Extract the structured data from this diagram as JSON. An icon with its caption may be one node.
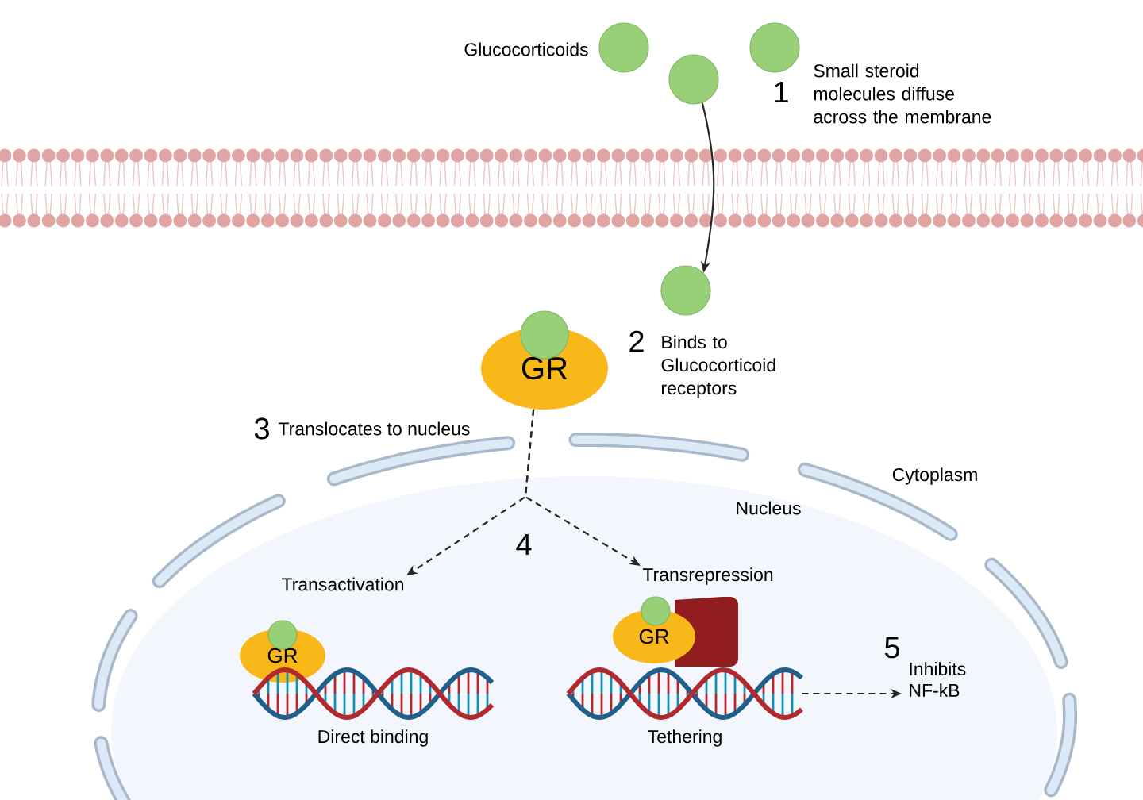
{
  "diagram": {
    "nodes": [
      {
        "text": [],
        "shape": "circle"
      },
      {
        "text": [],
        "shape": "circle"
      },
      {
        "text": [],
        "shape": "circle"
      },
      {
        "text": [],
        "shape": "circle"
      },
      {
        "text": [
          "GR"
        ]
      },
      {
        "text": [
          "Nucleus"
        ]
      },
      {
        "text": [
          "Transactivation"
        ],
        "in": 5
      },
      {
        "text": [
          "Transrepression"
        ],
        "in": 5
      },
      {
        "text": [
          "GR"
        ],
        "in": 5
      },
      {
        "text": [],
        "shape": "picture",
        "beside": [
          "Direct binding"
        ],
        "in": 5
      },
      {
        "text": [
          "GR"
        ],
        "in": 5
      },
      {
        "text": [],
        "shape": "picture",
        "beside": [
          "Tethering"
        ],
        "in": 5
      },
      {
        "text": [
          "Inhibits NF-kB"
        ],
        "in": 5
      }
    ],
    "edges": [
      {
        "from": 1,
        "to": 3,
        "arrow": "to"
      },
      {
        "from": 4,
        "to": 6,
        "arrow": "to",
        "style": "dashed"
      },
      {
        "from": 4,
        "to": 7,
        "arrow": "to",
        "style": "dashed"
      },
      {
        "from": 11,
        "to": 12,
        "arrow": "to",
        "style": "dashed"
      }
    ],
    "labels": [
      "Glucocorticoids",
      "1",
      "Small steroid molecules diffuse across the membrane",
      "2",
      "Binds to Glucocorticoid receptors",
      "3",
      "Translocates to nucleus",
      "Cytoplasm",
      "4",
      "5"
    ]
  }
}
